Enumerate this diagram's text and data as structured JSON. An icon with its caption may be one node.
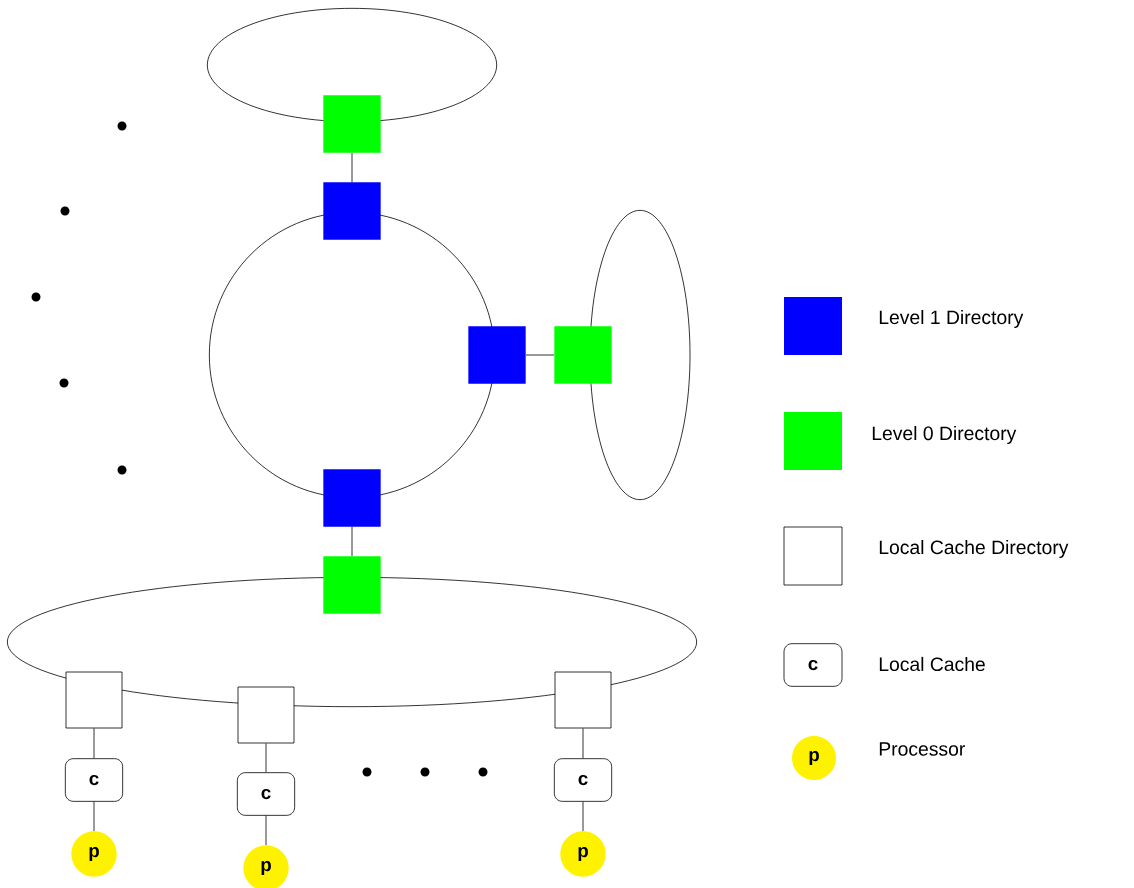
{
  "diagram": {
    "nodes": [
      {
        "text": [],
        "shape": "ellipse"
      },
      {
        "text": [],
        "shape": "box"
      },
      {
        "text": [],
        "shape": "box"
      },
      {
        "text": [],
        "shape": "circle"
      },
      {
        "text": [],
        "shape": "box"
      },
      {
        "text": [],
        "shape": "box"
      },
      {
        "text": [],
        "shape": "ellipse"
      },
      {
        "text": [],
        "shape": "box"
      },
      {
        "text": [],
        "shape": "box"
      },
      {
        "text": [],
        "shape": "ellipse"
      },
      {
        "text": [],
        "shape": "box"
      },
      {
        "text": [],
        "shape": "box"
      },
      {
        "text": [],
        "shape": "box"
      },
      {
        "text": [
          "c"
        ]
      },
      {
        "text": [
          "c"
        ]
      },
      {
        "text": [
          "c"
        ]
      },
      {
        "text": [
          "p"
        ]
      },
      {
        "text": [
          "p"
        ]
      },
      {
        "text": [
          "p"
        ]
      }
    ],
    "edges": [
      {
        "from": 1,
        "to": 2,
        "arrow": "none"
      },
      {
        "from": 4,
        "to": 5,
        "arrow": "none"
      },
      {
        "from": 7,
        "to": 8,
        "arrow": "none"
      },
      {
        "from": 10,
        "to": 13,
        "arrow": "none"
      },
      {
        "from": 11,
        "to": 14,
        "arrow": "none"
      },
      {
        "from": 12,
        "to": 15,
        "arrow": "none"
      },
      {
        "from": 13,
        "to": 16,
        "arrow": "none"
      },
      {
        "from": 14,
        "to": 17,
        "arrow": "none"
      },
      {
        "from": 15,
        "to": 18,
        "arrow": "none"
      }
    ],
    "labels": [
      "c",
      "p"
    ],
    "legend": [
      {
        "text": "Level 1 Directory",
        "color": "#0000ff"
      },
      {
        "text": "Level 0 Directory",
        "color": "#00ff00"
      },
      {
        "text": "Local Cache Directory"
      },
      {
        "text": "Local Cache"
      },
      {
        "text": "Processor"
      }
    ]
  }
}
